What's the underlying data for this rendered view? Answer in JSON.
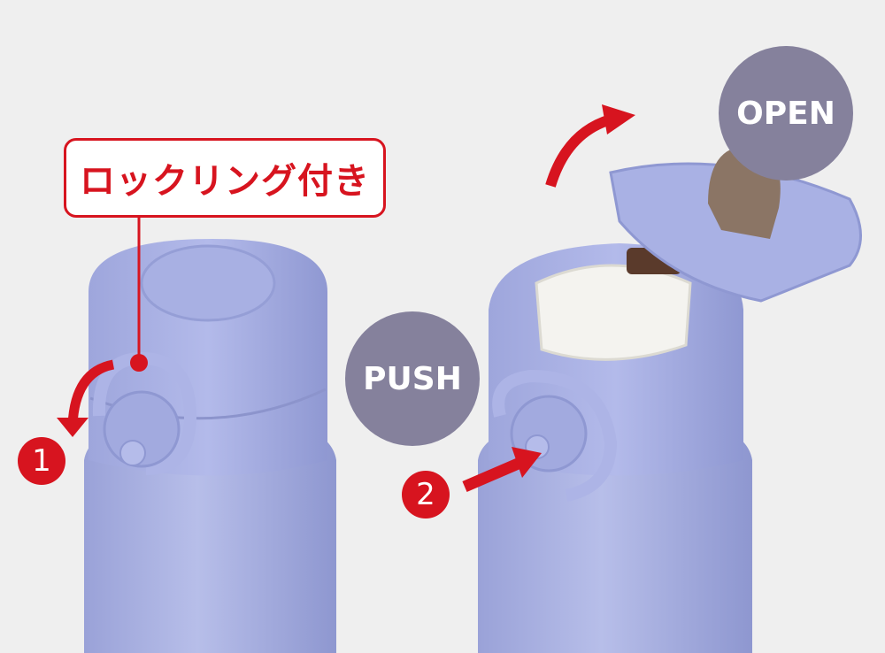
{
  "callout": {
    "label": "ロックリング付き"
  },
  "badges": {
    "open": "OPEN",
    "push": "PUSH"
  },
  "steps": {
    "one": "1",
    "two": "2"
  },
  "colors": {
    "accent": "#d7141f",
    "badge": "#85819c",
    "bottle": "#a7afe0",
    "background": "#efefef"
  }
}
